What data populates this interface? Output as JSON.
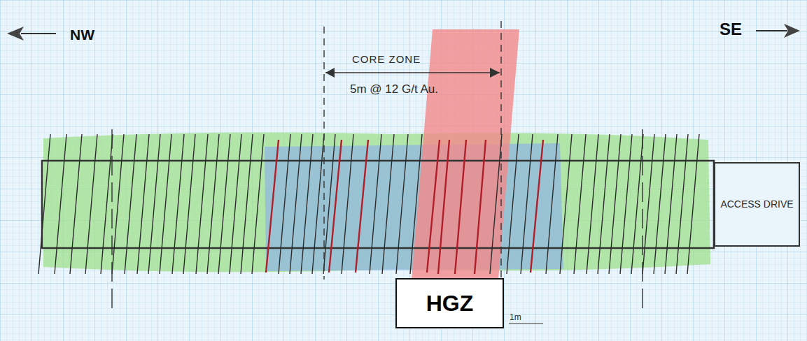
{
  "diagram": {
    "nodes": [
      {
        "text": [
          "ACCESS DRIVE"
        ]
      },
      {
        "text": [
          "HGZ"
        ]
      }
    ],
    "labels": [
      "NW",
      "SE",
      "CORE ZONE",
      "5m @ 12 G/t Au.",
      "1m"
    ]
  }
}
